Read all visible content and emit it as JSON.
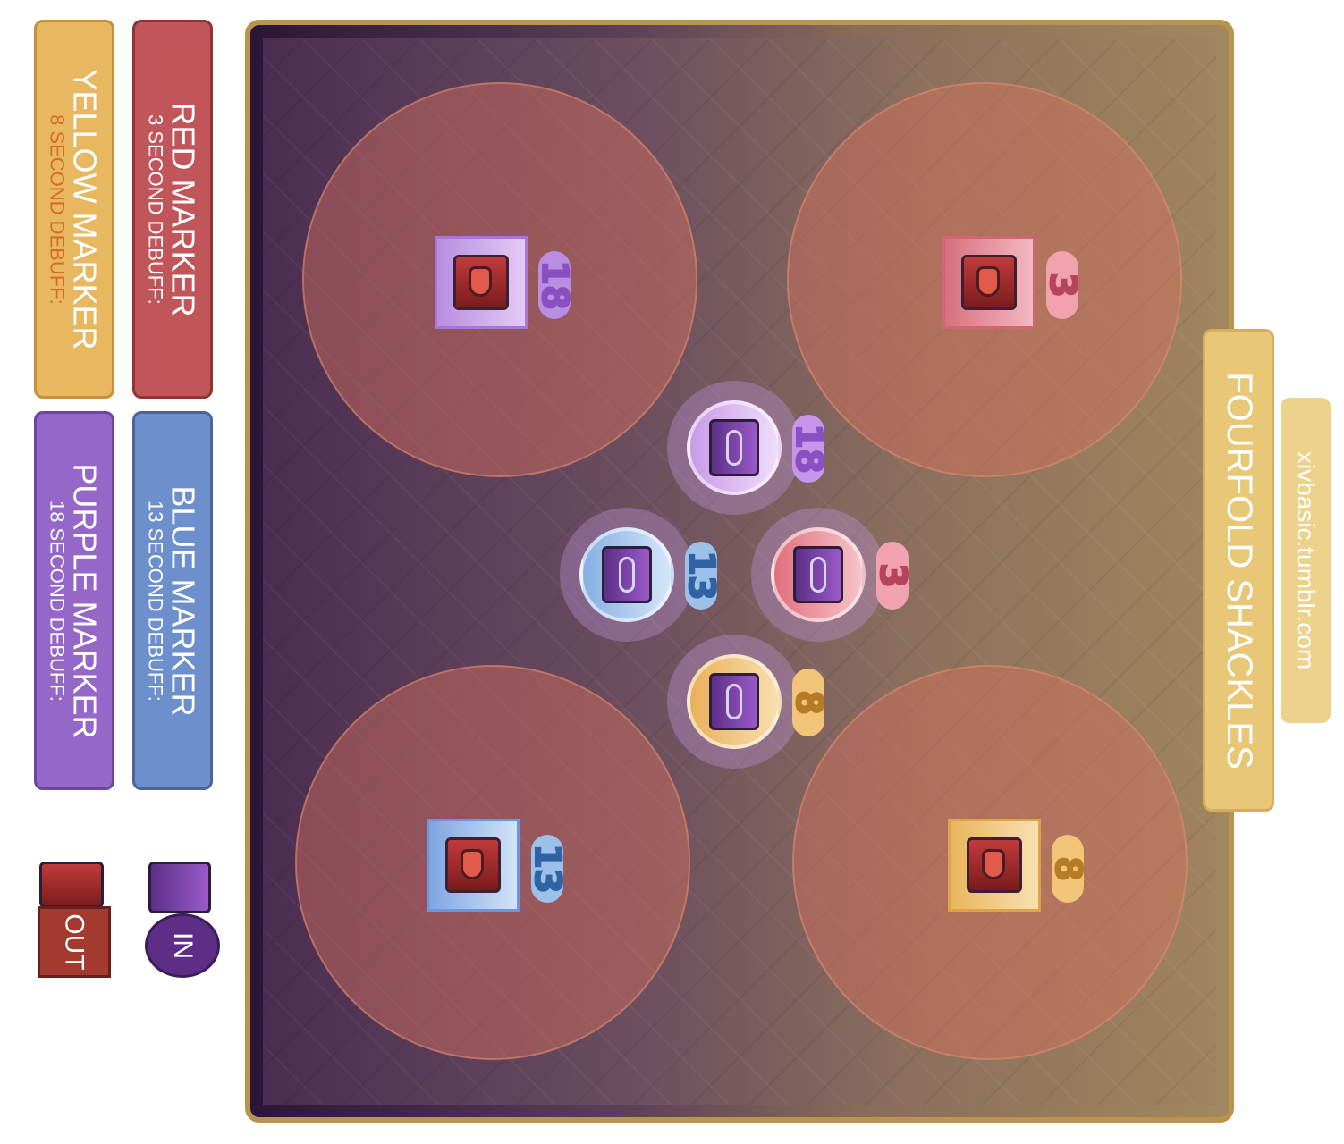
{
  "title": "FOURFOLD SHACKLES",
  "credit": "xivbasic.tumblr.com",
  "colors": {
    "red": "#e07b8a",
    "blue": "#8fb3e6",
    "yellow": "#f0c064",
    "purple": "#c794e8",
    "zone": "#d6705e",
    "title_box": "#e8c777",
    "arena_border": "#b8954f"
  },
  "legend": [
    {
      "name": "RED MARKER",
      "sub": "3 SECOND DEBUFF:",
      "color": "#c0565a",
      "border": "#8f3535"
    },
    {
      "name": "BLUE MARKER",
      "sub": "13 SECOND DEBUFF:",
      "color": "#6d8fcb",
      "border": "#4a659a"
    },
    {
      "name": "YELLOW MARKER",
      "sub": "8 SECOND DEBUFF:",
      "color": "#e8b860",
      "border": "#c8903a"
    },
    {
      "name": "PURPLE MARKER",
      "sub": "18 SECOND DEBUFF:",
      "color": "#9467c8",
      "border": "#6d44a0"
    }
  ],
  "io": {
    "in_label": "IN",
    "out_label": "OUT"
  },
  "zone_markers": [
    {
      "number": "18",
      "color": "purple"
    },
    {
      "number": "3",
      "color": "red"
    },
    {
      "number": "13",
      "color": "blue"
    },
    {
      "number": "8",
      "color": "yellow"
    }
  ],
  "center_markers": [
    {
      "number": "18",
      "color": "purple"
    },
    {
      "number": "13",
      "color": "blue"
    },
    {
      "number": "3",
      "color": "red"
    },
    {
      "number": "8",
      "color": "yellow"
    }
  ],
  "icons": {
    "out_icon": "chained-prisoner-icon",
    "in_icon": "chain-icon"
  }
}
